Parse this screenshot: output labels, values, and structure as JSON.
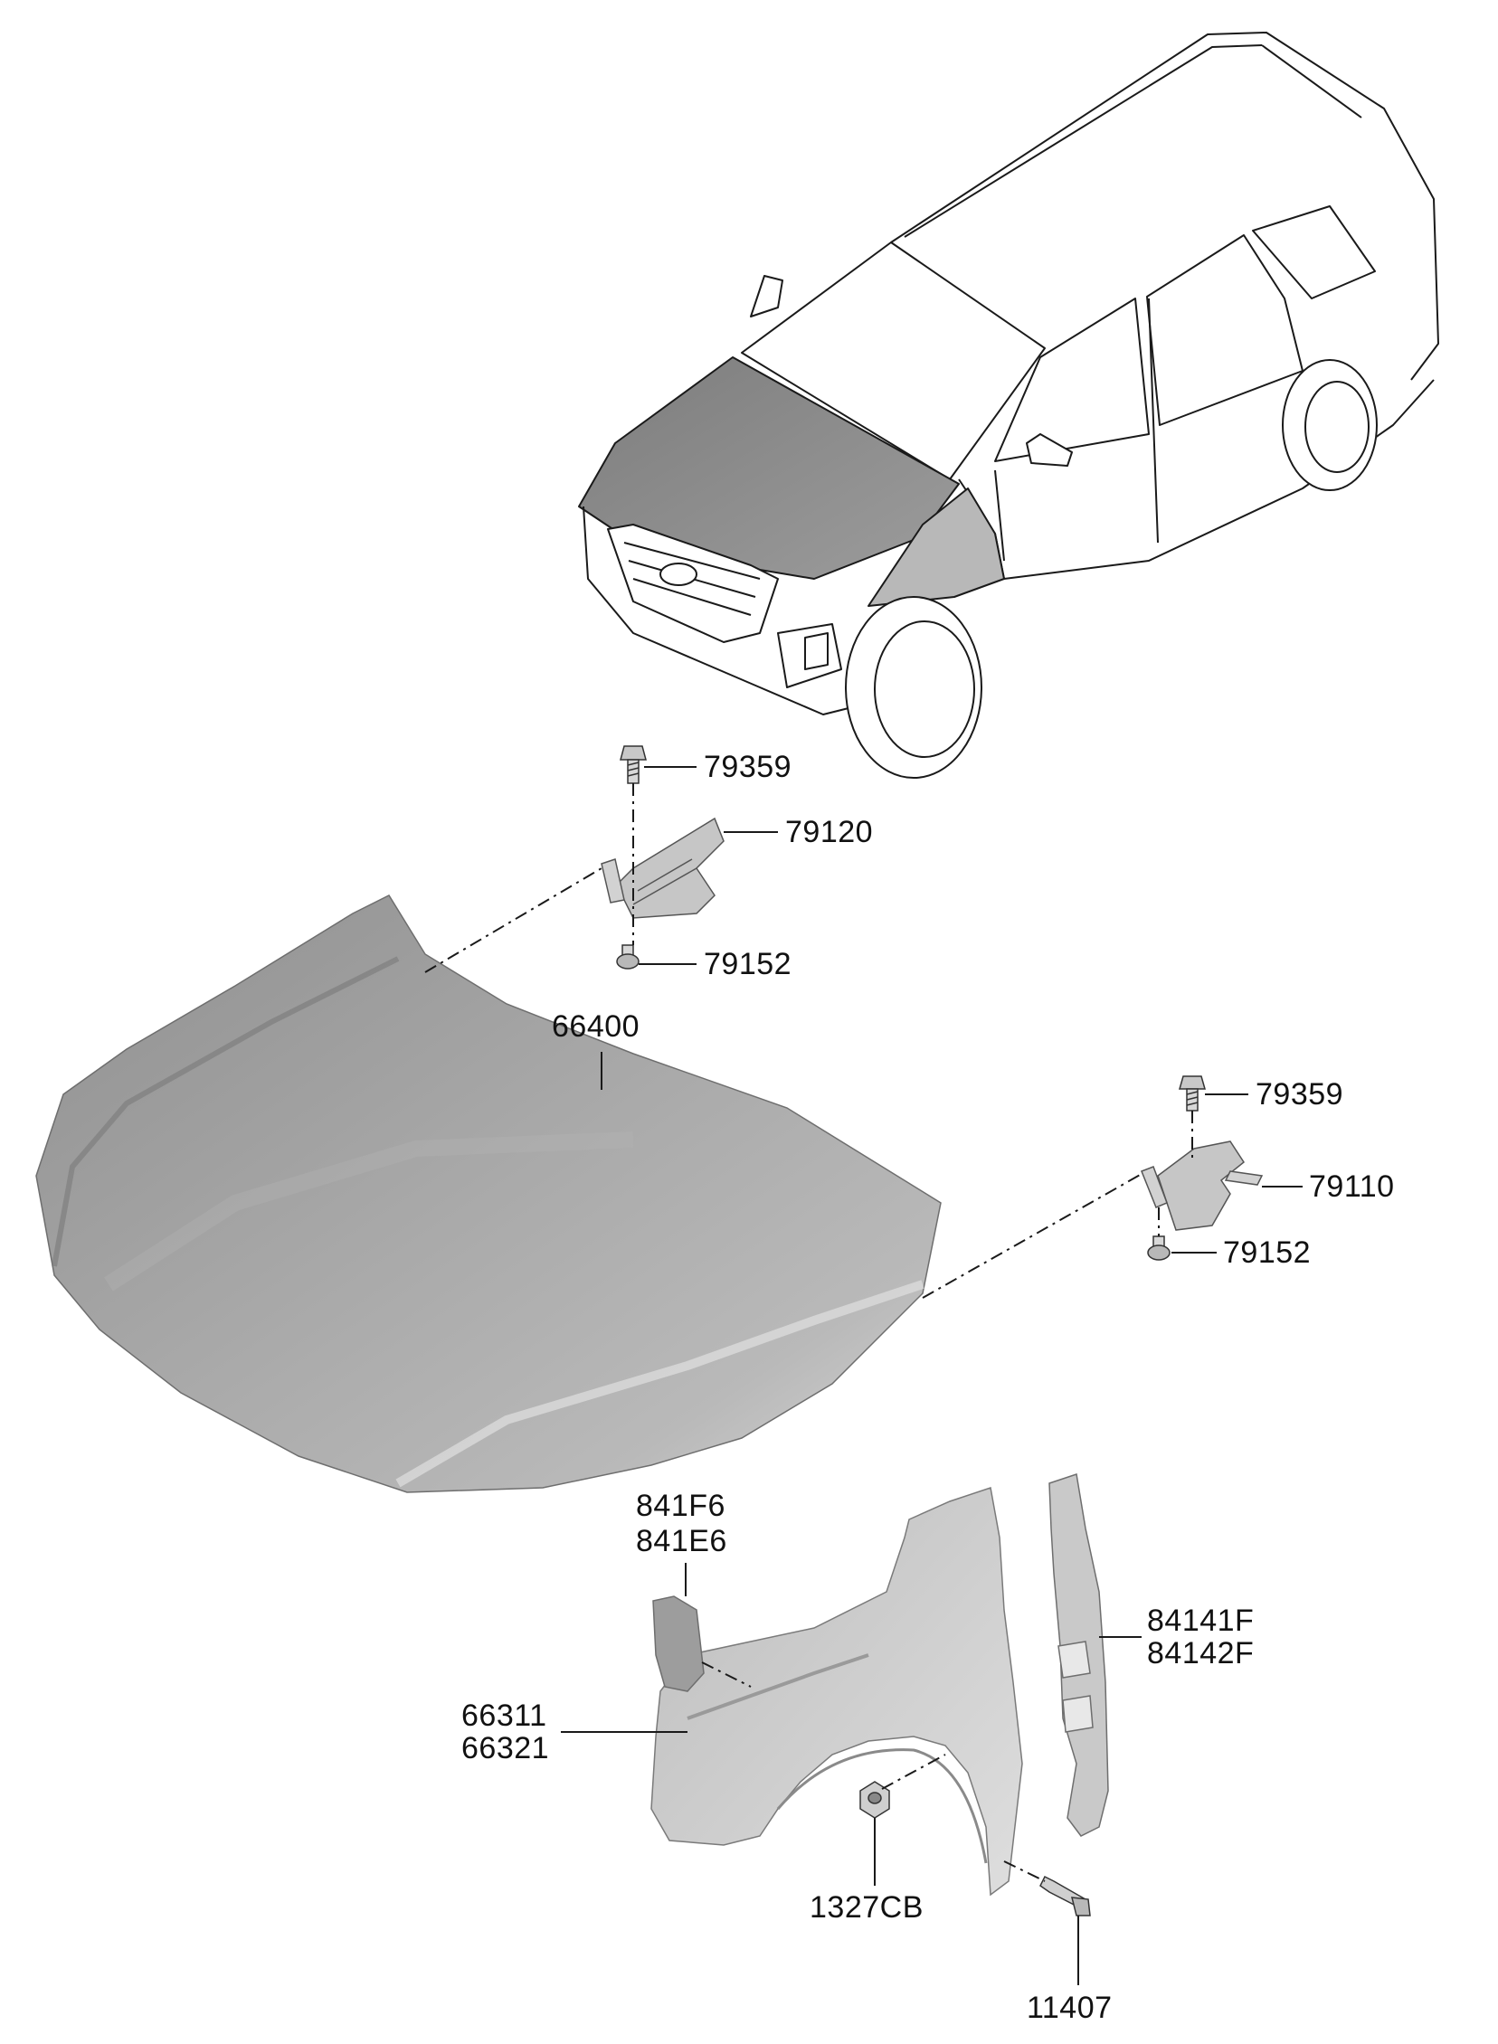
{
  "labels": {
    "p79359_top": "79359",
    "p79120": "79120",
    "p79152_top": "79152",
    "p66400": "66400",
    "p79359_right": "79359",
    "p79110": "79110",
    "p79152_right": "79152",
    "p841F6": "841F6",
    "p841E6": "841E6",
    "p84141F": "84141F",
    "p84142F": "84142F",
    "p66311": "66311",
    "p66321": "66321",
    "p1327CB": "1327CB",
    "p11407": "11407"
  },
  "colors": {
    "line": "#1a1a1a",
    "hood_fill": "#a9a9a9",
    "fender_fill": "#c8c8c8",
    "car_hood_shade": "#8e8e8e",
    "car_fender_shade": "#b4b4b4"
  }
}
